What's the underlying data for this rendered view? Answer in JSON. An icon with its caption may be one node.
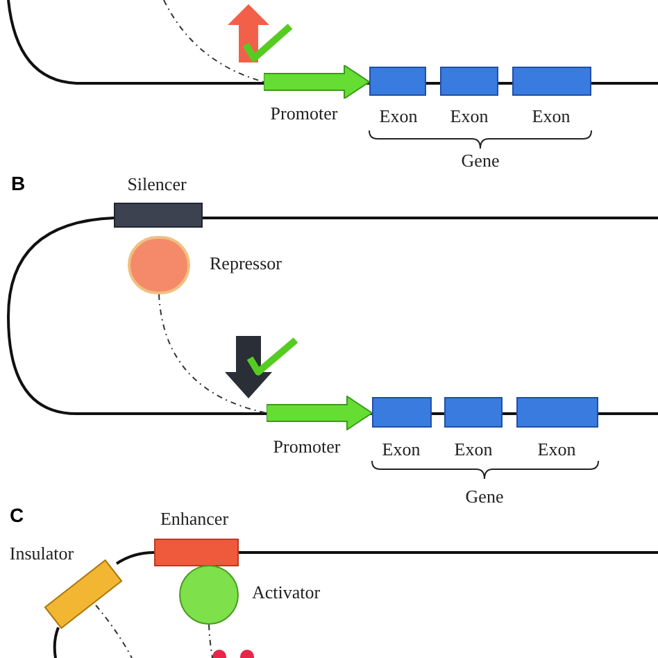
{
  "diagram": {
    "nodes": [
      {
        "text": [
          "Promoter"
        ]
      },
      {
        "text": [
          "Exon"
        ]
      },
      {
        "text": [
          "Exon"
        ]
      },
      {
        "text": [
          "Exon"
        ]
      },
      {
        "text": [
          "Silencer"
        ]
      },
      {
        "text": [
          "Repressor"
        ]
      },
      {
        "text": [
          "Promoter"
        ]
      },
      {
        "text": [
          "Exon"
        ]
      },
      {
        "text": [
          "Exon"
        ]
      },
      {
        "text": [
          "Exon"
        ]
      },
      {
        "text": [
          "Enhancer"
        ]
      },
      {
        "text": [
          "Insulator"
        ]
      },
      {
        "text": [
          "Activator"
        ]
      }
    ],
    "edges": [
      {
        "from": null,
        "to": 0,
        "arrow": "none",
        "style": "dashed"
      },
      {
        "from": 5,
        "to": 6,
        "arrow": "none",
        "style": "dashed"
      },
      {
        "from": 12,
        "to": null,
        "arrow": "none",
        "style": "dashed"
      },
      {
        "from": 11,
        "to": null,
        "arrow": "none",
        "style": "dashed"
      },
      {
        "from": 10,
        "to": 11,
        "arrow": "none",
        "color": "#111111"
      }
    ],
    "labels": [
      "Gene",
      "B",
      "Gene",
      "C"
    ]
  }
}
